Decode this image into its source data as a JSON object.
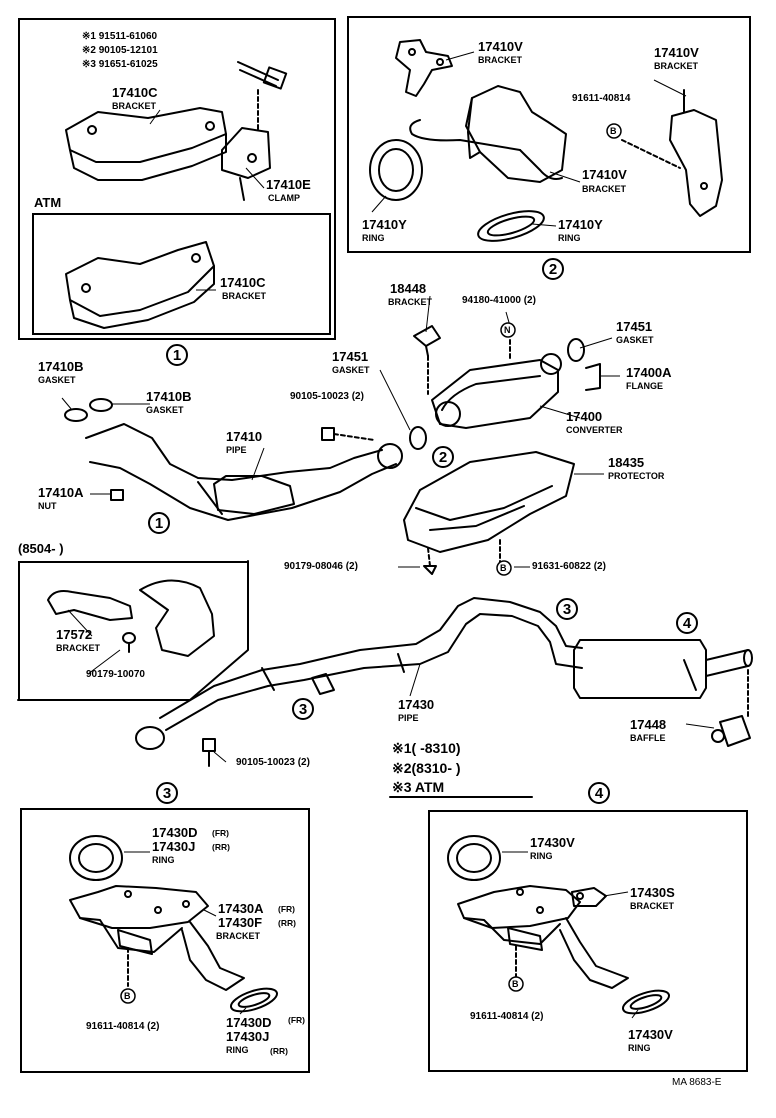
{
  "labels": {
    "k1": "※1 91511-61060",
    "k2": "※2 90105-12101",
    "k3": "※3 91651-61025",
    "p17410c_a": "17410C",
    "bracket_a": "BRACKET",
    "p17410e": "17410E",
    "clamp": "CLAMP",
    "atm": "ATM",
    "p17410c_b": "17410C",
    "bracket_b": "BRACKET",
    "p17410v_1": "17410V",
    "bracket_v1": "BRACKET",
    "p17410v_2": "17410V",
    "bracket_v2": "BRACKET",
    "p91611_top": "91611-40814",
    "p17410v_3": "17410V",
    "bracket_v3": "BRACKET",
    "p17410y_1": "17410Y",
    "ring_y1": "RING",
    "p17410y_2": "17410Y",
    "ring_y2": "RING",
    "p18448": "18448",
    "bracket_18448": "BRACKET",
    "p94180": "94180-41000 (2)",
    "p17451_r": "17451",
    "gasket_17451_r": "GASKET",
    "p17400a": "17400A",
    "flange": "FLANGE",
    "p17451_l": "17451",
    "gasket_17451_l": "GASKET",
    "p17400": "17400",
    "converter": "CONVERTER",
    "p17410b_1": "17410B",
    "gasket_b1": "GASKET",
    "p17410b_2": "17410B",
    "gasket_b2": "GASKET",
    "p90105_a": "90105-10023 (2)",
    "p17410": "17410",
    "pipe_17410": "PIPE",
    "p18435": "18435",
    "protector": "PROTECTOR",
    "p17410a": "17410A",
    "nut": "NUT",
    "p8504": "(8504-          )",
    "p90179_a": "90179-08046 (2)",
    "p91631": "91631-60822 (2)",
    "p17572": "17572",
    "bracket_17572": "BRACKET",
    "p90179_b": "90179-10070",
    "p17430": "17430",
    "pipe_17430": "PIPE",
    "p17448": "17448",
    "baffle": "BAFFLE",
    "p90105_b": "90105-10023 (2)",
    "note1": "※1(          -8310)",
    "note2": "※2(8310-          )",
    "note3": "※3 ATM",
    "p17430d_a": "17430D",
    "fr_a": "(FR)",
    "p17430j_a": "17430J",
    "rr_a": "(RR)",
    "ring_a": "RING",
    "p17430a": "17430A",
    "fr_b": "(FR)",
    "p17430f": "17430F",
    "rr_b": "(RR)",
    "bracket_17430a": "BRACKET",
    "p91611_l": "91611-40814 (2)",
    "p17430d_b": "17430D",
    "fr_c": "(FR)",
    "p17430j_b": "17430J",
    "ring_b": "RING",
    "rr_c": "(RR)",
    "p17430v_1": "17430V",
    "ring_v1": "RING",
    "p17430s": "17430S",
    "bracket_17430s": "BRACKET",
    "p91611_r": "91611-40814 (2)",
    "p17430v_2": "17430V",
    "ring_v2": "RING",
    "code": "MA   8683-E"
  },
  "refs": {
    "r1_a": "1",
    "r1_b": "1",
    "r2_a": "2",
    "r2_b": "2",
    "r3_a": "3",
    "r3_b": "3",
    "r3_c": "3",
    "r4_a": "4",
    "r4_b": "4"
  },
  "markers": {
    "b": "B",
    "n": "N"
  }
}
